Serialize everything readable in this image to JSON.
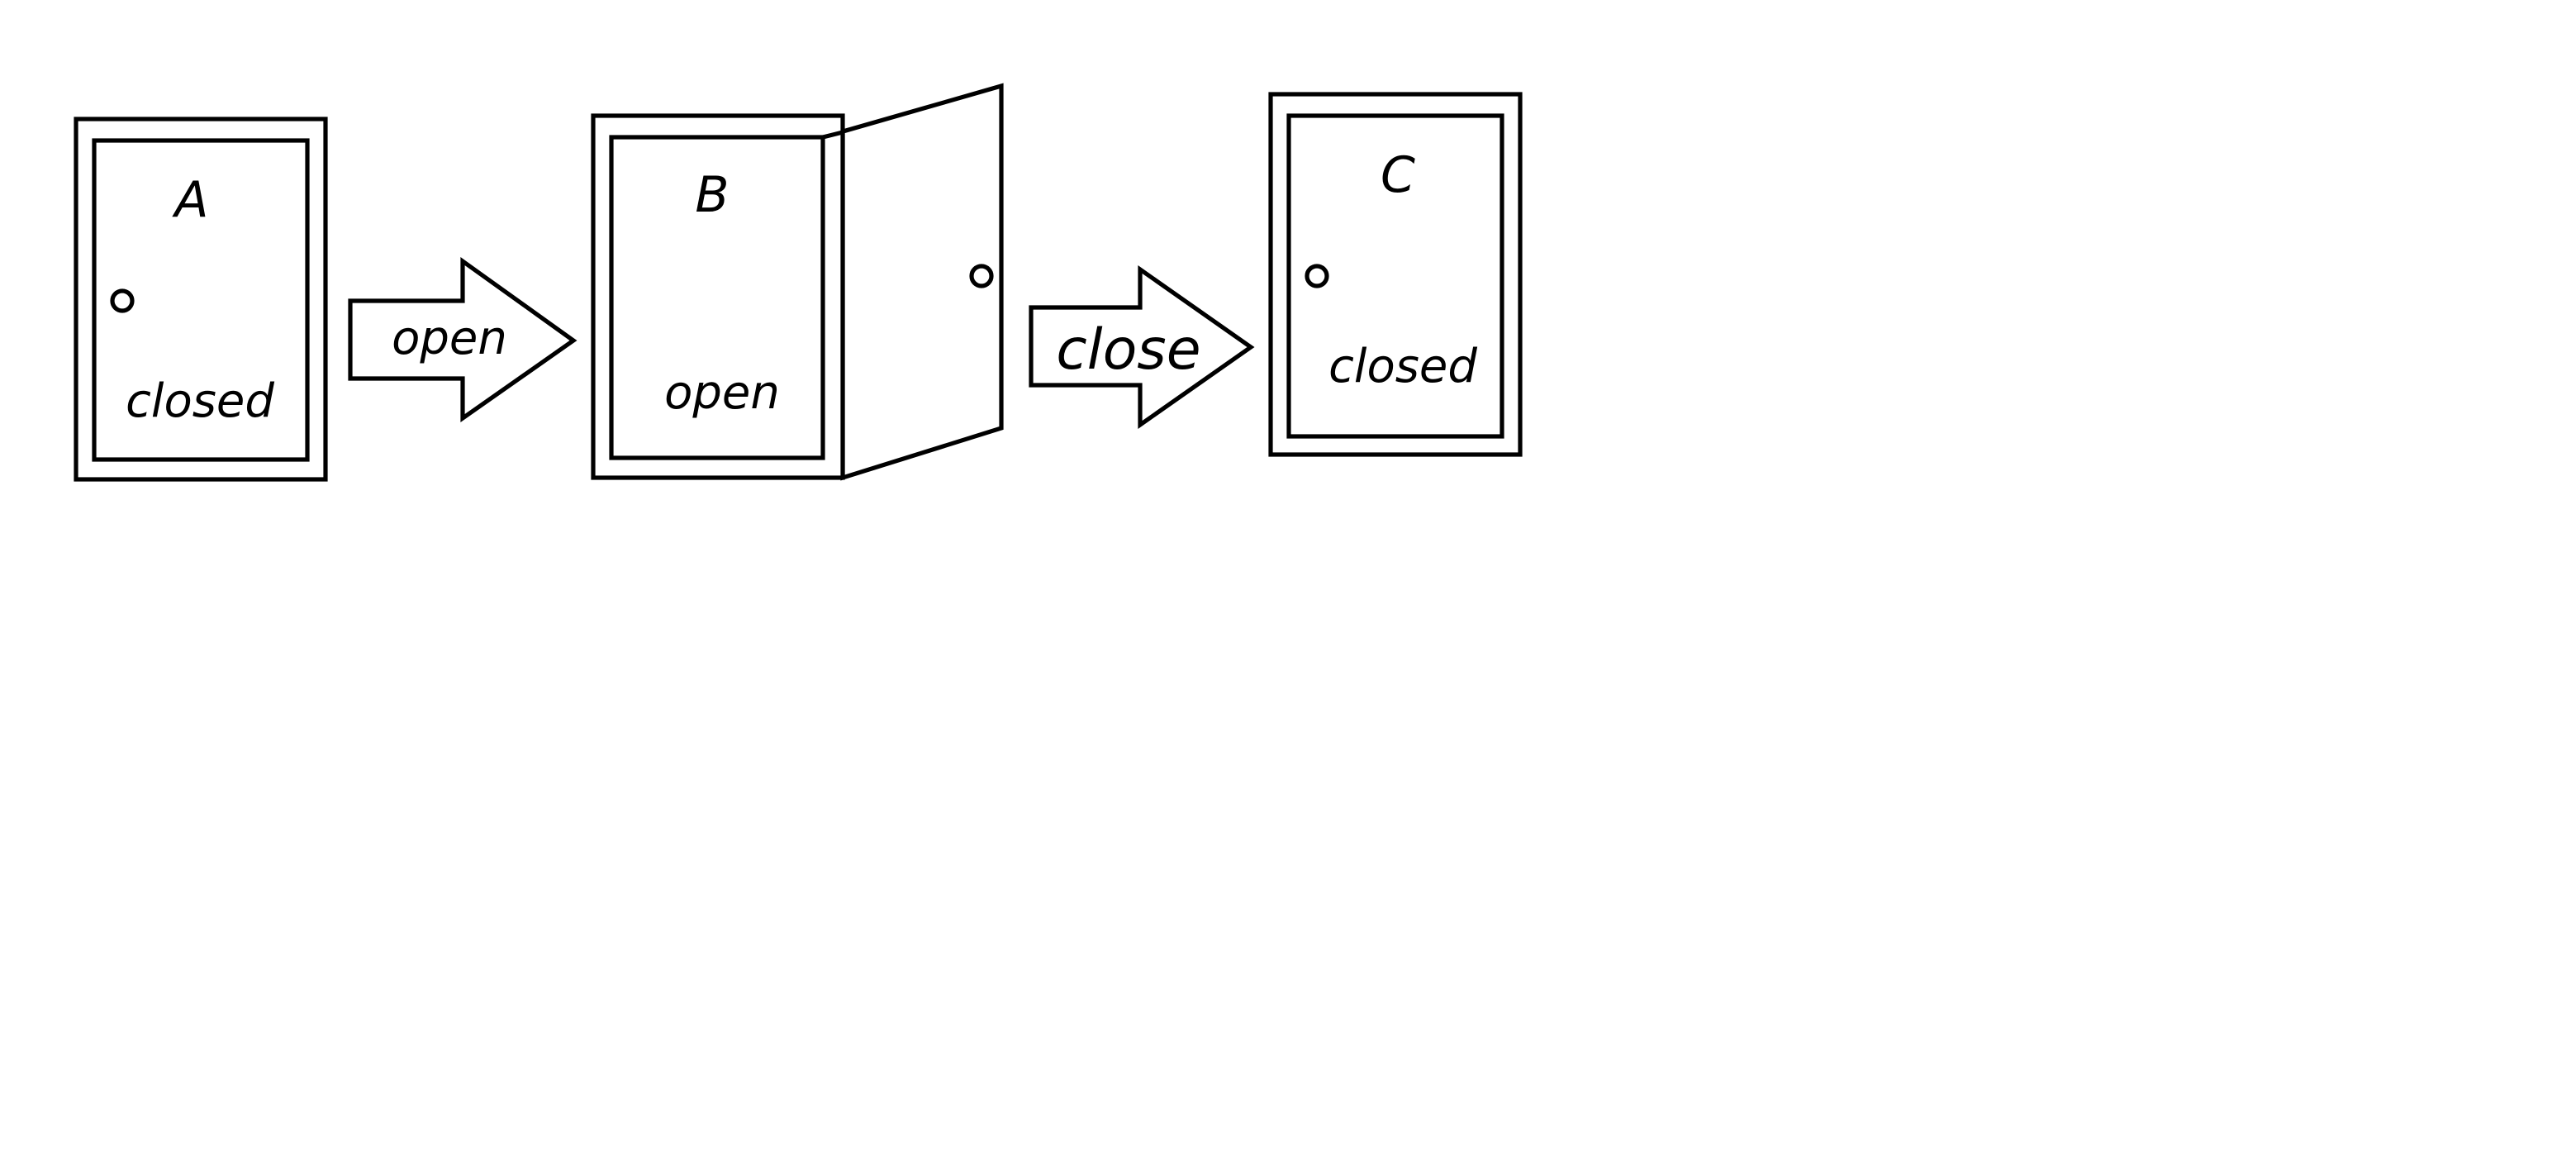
{
  "doors": [
    {
      "letter": "A",
      "state": "closed"
    },
    {
      "letter": "B",
      "state": "open"
    },
    {
      "letter": "C",
      "state": "closed"
    }
  ],
  "arrows": [
    {
      "label": "open"
    },
    {
      "label": "close"
    }
  ],
  "colors": {
    "stroke": "#000000",
    "background": "#ffffff"
  }
}
